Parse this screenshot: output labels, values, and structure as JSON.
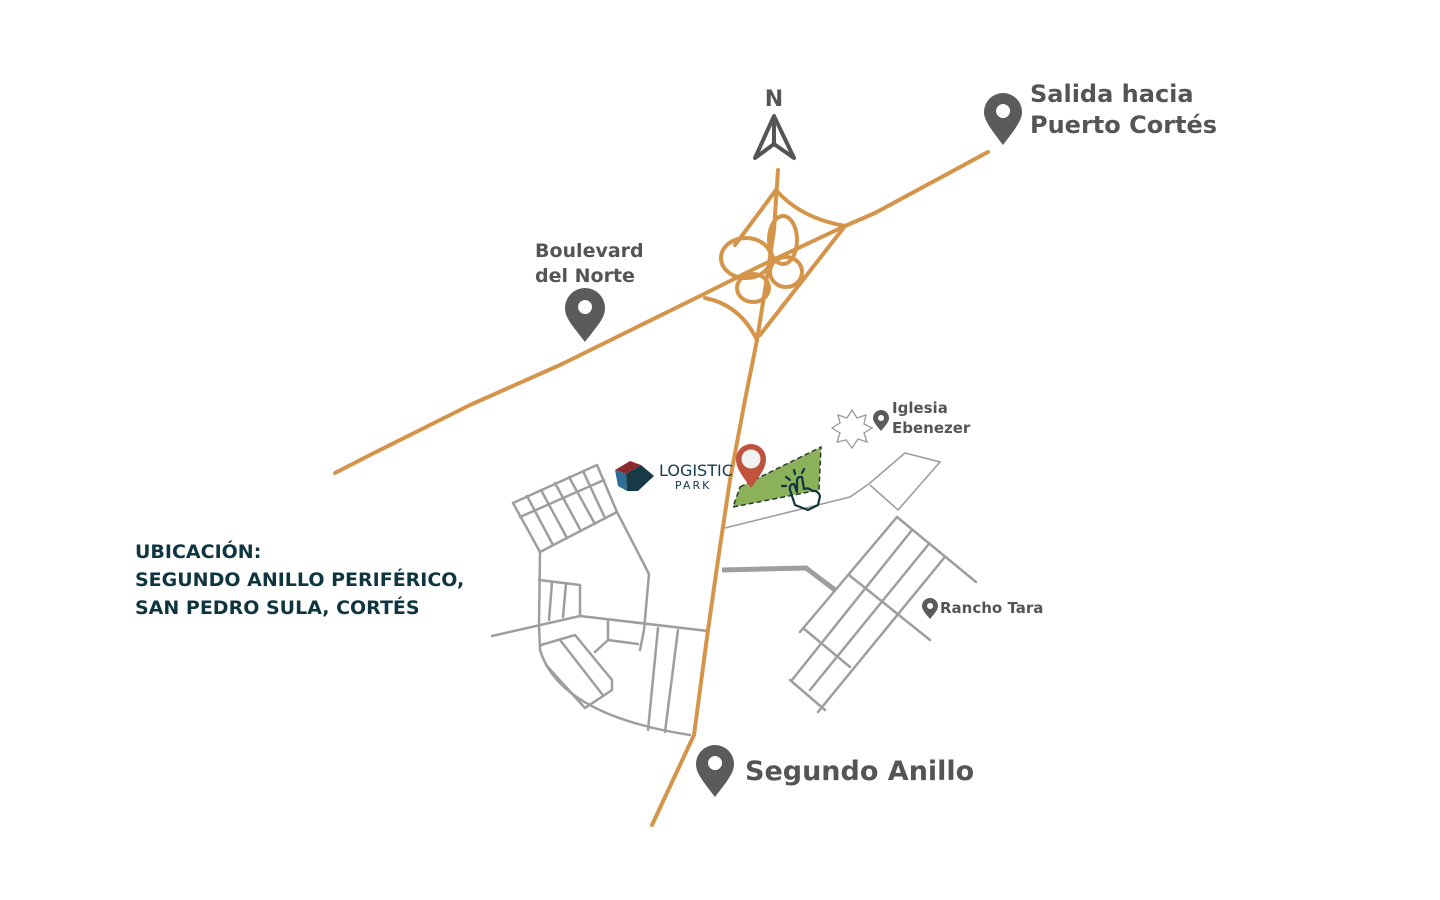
{
  "compass": {
    "label": "N"
  },
  "places": {
    "puerto_cortes": {
      "line1": "Salida hacia",
      "line2": "Puerto Cortés"
    },
    "boulevard_norte": {
      "line1": "Boulevard",
      "line2": "del Norte"
    },
    "iglesia": {
      "line1": "Iglesia",
      "line2": "Ebenezer"
    },
    "rancho_tara": {
      "label": "Rancho Tara"
    },
    "segundo_anillo": {
      "label": "Segundo Anillo"
    }
  },
  "logo": {
    "line1": "LOGISTIC",
    "line2": "PARK"
  },
  "location": {
    "line1": "UBICACIÓN:",
    "line2": "SEGUNDO ANILLO PERIFÉRICO,",
    "line3": "SAN PEDRO SULA, CORTÉS"
  },
  "colors": {
    "highway": "#d4954a",
    "streets": "#9e9e9e",
    "lot": "#8bb15a",
    "pin": "#c0533e",
    "text": "#555555",
    "location_text": "#0f3640"
  }
}
